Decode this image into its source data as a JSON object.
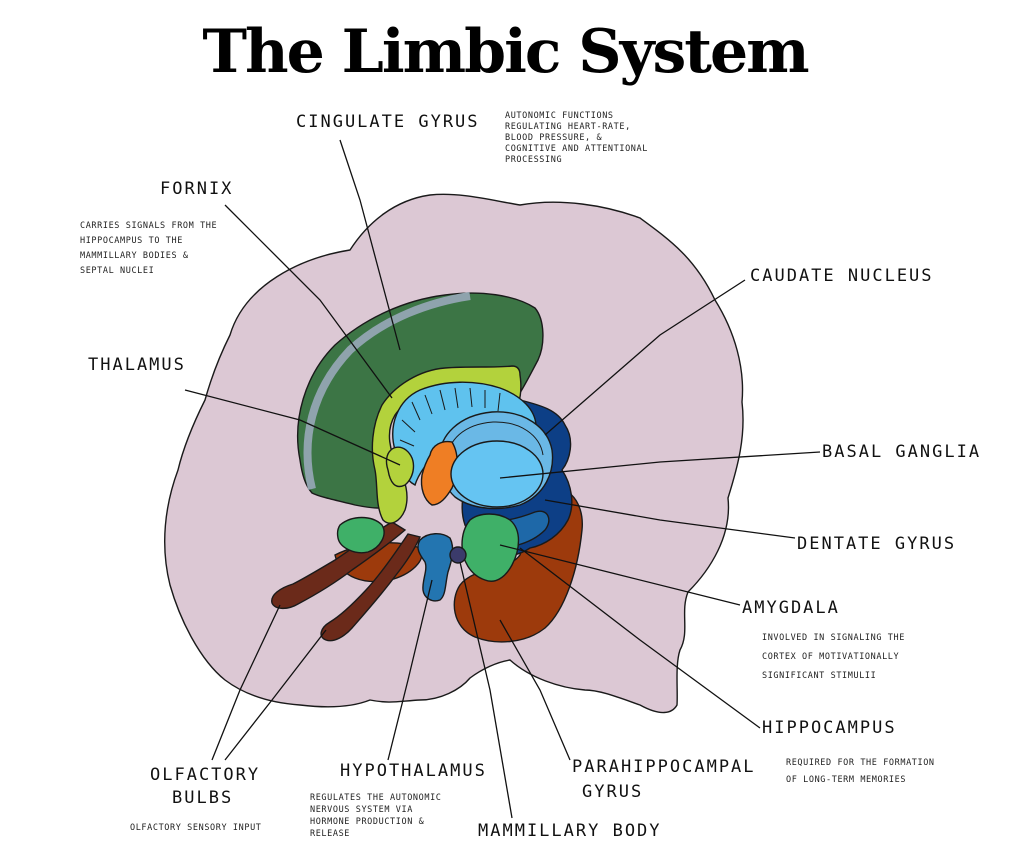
{
  "title": "The Limbic System",
  "colors": {
    "brain": "#dcc8d4",
    "cingulate": "#3c7545",
    "cingulate_stripe": "#8fa3ad",
    "fornix": "#b3d23c",
    "thalamus": "#5fc2ee",
    "caudate": "#6ab8e6",
    "striatum": "#0d3f86",
    "basal_ganglia": "#65c4f2",
    "orange": "#ef7e24",
    "amygdala": "#3fb068",
    "hippocampus_mid": "#1e68a8",
    "hypothalamus": "#2375b0",
    "parahippocampal": "#9d3a0c",
    "olfactory": "#6b2a1a",
    "mammillary": "#3b3b6b"
  },
  "labels": {
    "cingulate": "CINGULATE GYRUS",
    "fornix": "FORNIX",
    "caudate": "CAUDATE NUCLEUS",
    "thalamus": "THALAMUS",
    "basal_ganglia": "BASAL GANGLIA",
    "dentate": "DENTATE GYRUS",
    "amygdala": "AMYGDALA",
    "hippocampus": "HIPPOCAMPUS",
    "parahippocampal_1": "PARAHIPPOCAMPAL",
    "parahippocampal_2": "GYRUS",
    "hypothalamus": "HYPOTHALAMUS",
    "olfactory_1": "OLFACTORY",
    "olfactory_2": "BULBS",
    "mammillary": "MAMMILLARY BODY"
  },
  "notes": {
    "cingulate": [
      "AUTONOMIC FUNCTIONS",
      "REGULATING HEART-RATE,",
      "BLOOD PRESSURE, &",
      "COGNITIVE AND ATTENTIONAL",
      "PROCESSING"
    ],
    "fornix": [
      "CARRIES SIGNALS FROM THE",
      "HIPPOCAMPUS TO THE",
      "MAMMILLARY BODIES &",
      "SEPTAL NUCLEI"
    ],
    "amygdala": [
      "INVOLVED IN SIGNALING THE",
      "CORTEX OF MOTIVATIONALLY",
      "SIGNIFICANT STIMULII"
    ],
    "hippocampus": [
      "REQUIRED FOR THE FORMATION",
      "OF LONG-TERM MEMORIES"
    ],
    "hypothalamus": [
      "REGULATES THE AUTONOMIC",
      "NERVOUS SYSTEM VIA",
      "HORMONE PRODUCTION &",
      "RELEASE"
    ],
    "olfactory": [
      "OLFACTORY SENSORY INPUT"
    ]
  }
}
